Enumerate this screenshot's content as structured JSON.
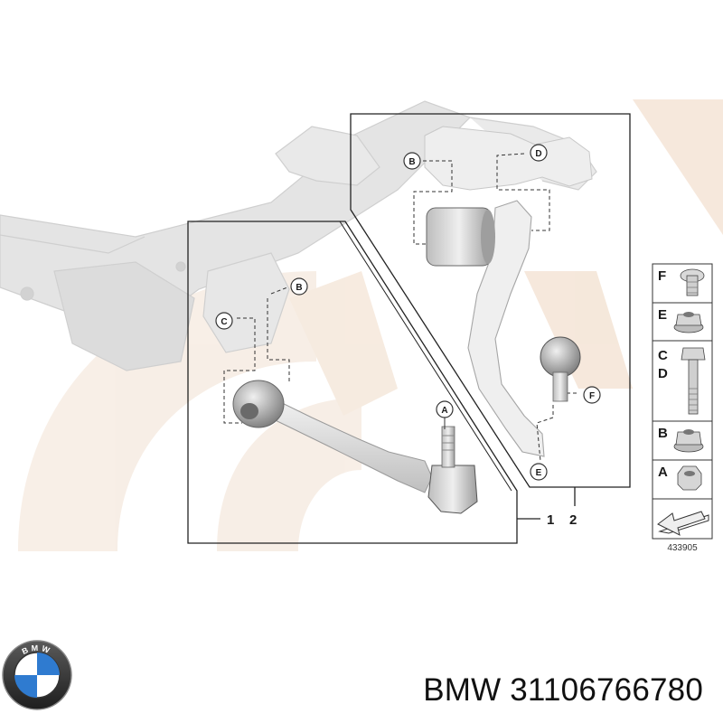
{
  "brand": "BMW",
  "part_number": "31106766780",
  "reference_number": "433905",
  "logo_text": "BMW",
  "group_numbers": [
    "1",
    "2"
  ],
  "callouts": {
    "a": "A",
    "b_left": "B",
    "c_left": "C",
    "b_right": "B",
    "d_right": "D",
    "f_right": "F",
    "e_right": "E"
  },
  "legend": [
    {
      "letter": "F",
      "icon": "torx-bolt-icon"
    },
    {
      "letter": "E",
      "icon": "flange-nut-icon"
    },
    {
      "letter": "C",
      "icon": "long-bolt-icon"
    },
    {
      "letter": "D",
      "icon": "long-bolt-icon"
    },
    {
      "letter": "B",
      "icon": "flange-nut-icon"
    },
    {
      "letter": "A",
      "icon": "hex-nut-icon"
    }
  ],
  "colors": {
    "watermark": "#f5e6d8",
    "frame": "#222222",
    "part_gray": "#dcdcdc",
    "ghost_gray": "#e6e6e6"
  }
}
